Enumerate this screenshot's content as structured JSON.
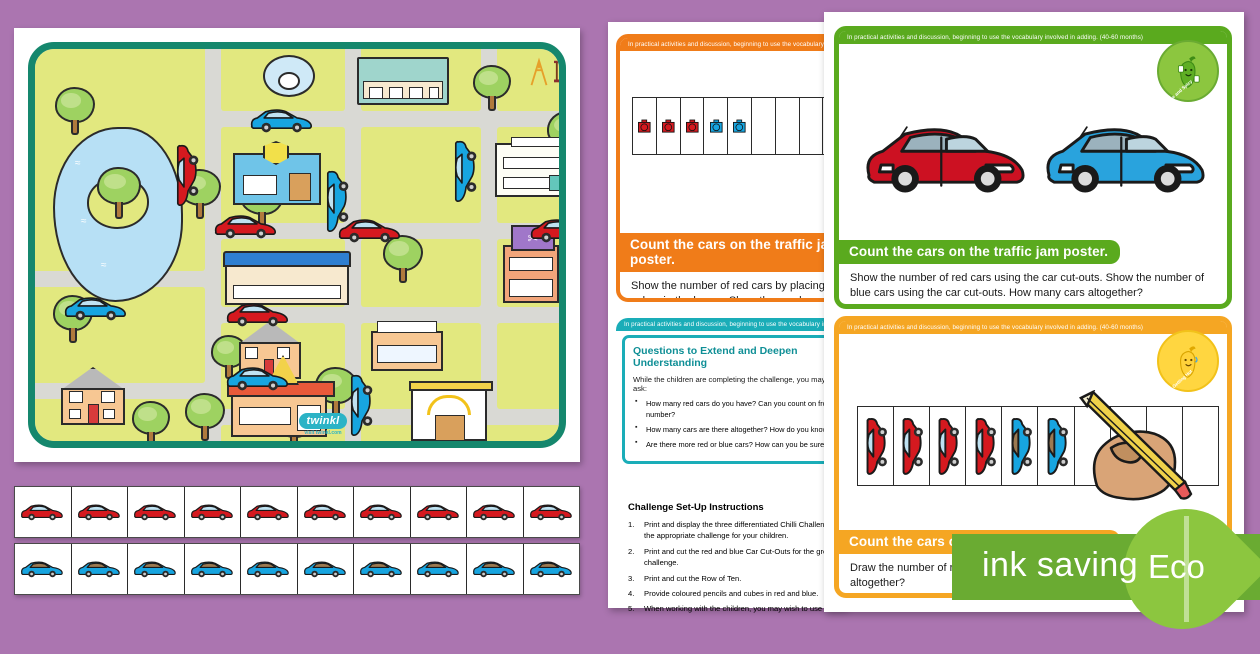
{
  "background_color": "#ab75b0",
  "poster": {
    "name": "traffic-jam-map-poster",
    "brand": "twinkl",
    "brand_url": "visit twinkl.com",
    "map": {
      "road_color": "#d9d9d4",
      "block_color": "#e2e87f",
      "lake_color": "#b7e0f5",
      "border_color": "#15876d",
      "red_cars_on_map": 5,
      "blue_cars_on_map": 6,
      "features": [
        "lake",
        "island",
        "trees",
        "houses",
        "shops",
        "police-station",
        "playground",
        "pizza-restaurant",
        "bakery",
        "garage",
        "fountain",
        "school"
      ]
    }
  },
  "cutouts": {
    "red_strip": {
      "label": "red-car-cut-outs",
      "count": 10,
      "color": "#d5191f"
    },
    "blue_strip": {
      "label": "blue-car-cut-outs",
      "count": 10,
      "color": "#17a5e0"
    }
  },
  "band_text": "In practical activities and discussion, beginning to use the vocabulary involved in adding. (40-60 months)",
  "cards": [
    {
      "id": "orange-card-cubes",
      "accent": "#f07c19",
      "title": "Count the cars on the traffic jam poster.",
      "body": "Show the number of red cars by placing red cubes in the boxes. Show the number of blue cars by placing blue cubes in the boxes. How many cubes are there altogether?",
      "body_visible": "Show the number of red cars by placing red cubes in the boxes. Show the number of blue cars by placing blue cubes in the boxes. How many cubes are there altogether?",
      "frame": {
        "cells": 10,
        "items": [
          "red",
          "red",
          "red",
          "blue",
          "blue",
          "",
          "",
          "",
          "",
          ""
        ],
        "item_type": "cube"
      },
      "chilli": null
    },
    {
      "id": "green-card-cars",
      "accent": "#5aaa1e",
      "title": "Count the cars on the traffic jam poster.",
      "body": "Show the number of red cars using the car cut-outs. Show the number of blue cars using the car cut-outs. How many cars altogether?",
      "illustration": {
        "cars": [
          "red",
          "blue"
        ]
      },
      "chilli": {
        "label": "Nice and Spicy",
        "bg": "#8cc63f",
        "body": "#4a9c1e"
      }
    },
    {
      "id": "teal-card-questions",
      "accent": "#1aadb8",
      "title": "Questions to Extend and Deepen Understanding",
      "intro": "While the children are completing the challenge, you may like to ask:",
      "questions": [
        "How many red cars do you have? Can you count on from this number?",
        "How many cars are there altogether? How do you know?",
        "Are there more red or blue cars? How can you be sure?"
      ]
    },
    {
      "id": "orange-card-draw",
      "accent": "#f5a623",
      "title": "Count the cars on the traffic jam poster.",
      "body": "Draw the number of red cars and blue cars in the boxes. How many cars altogether?",
      "frame": {
        "cells": 10,
        "items": [
          "red",
          "red",
          "red",
          "red",
          "blue",
          "blue",
          "",
          "",
          "",
          ""
        ],
        "item_type": "car",
        "hand_drawing": true
      },
      "chilli": {
        "label": "It's Getting Hot",
        "bg": "#ffd640",
        "body": "#f2c21a"
      }
    }
  ],
  "instructions": {
    "title": "Challenge Set-Up Instructions",
    "steps": [
      "Print and display the three differentiated Chilli Challenges, or the appropriate challenge for your children.",
      "Print and cut the red and blue Car Cut-Outs for the green challenge.",
      "Print and cut the Row of Ten.",
      "Provide coloured pencils and cubes in red and blue.",
      "When working with the children, you may wish to use"
    ]
  },
  "eco_badge": {
    "text": "ink saving",
    "word": "Eco",
    "bar_color": "#6aab32",
    "leaf_color": "#8cc63f"
  }
}
